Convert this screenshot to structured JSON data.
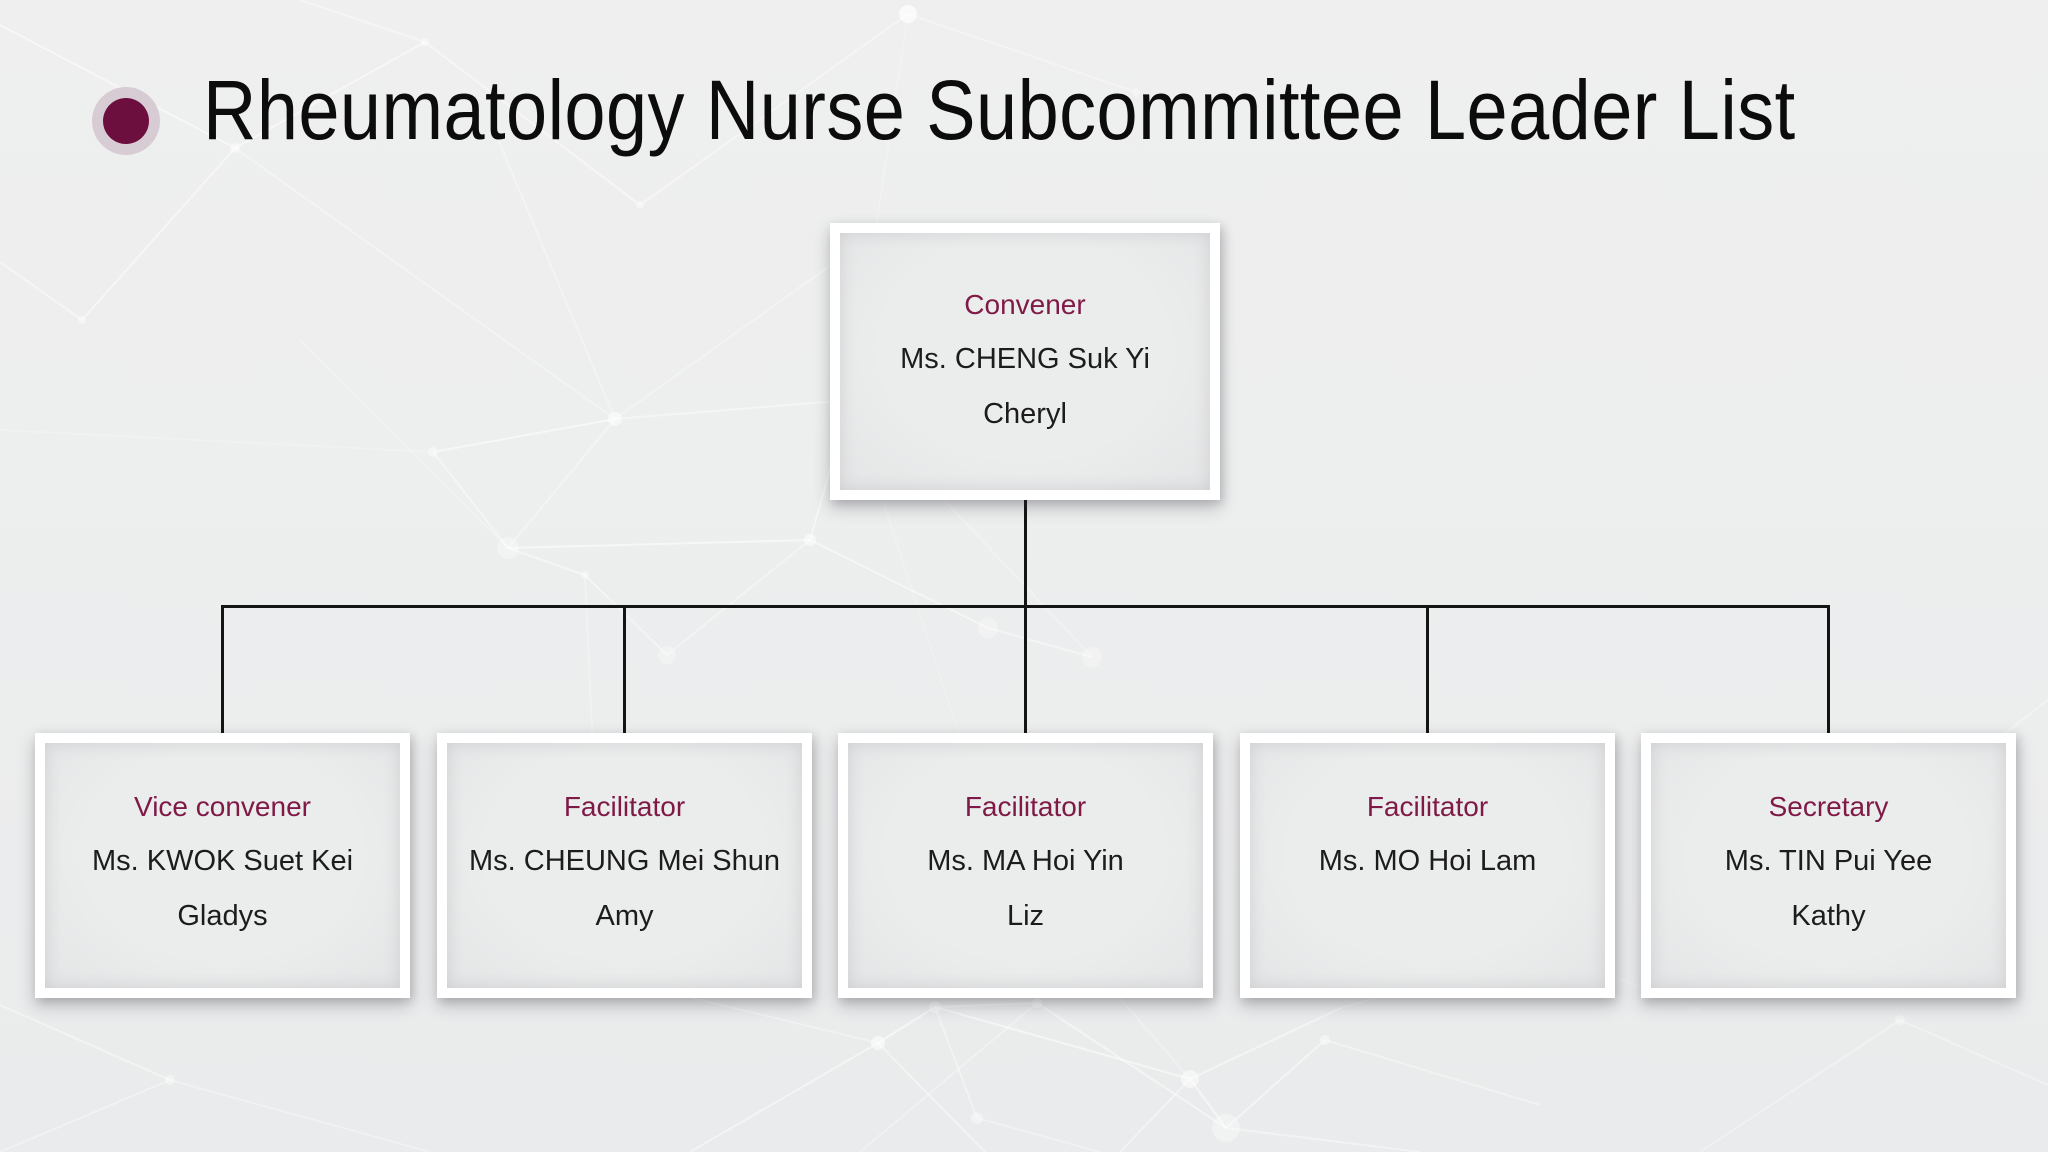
{
  "header": {
    "title": "Rheumatology Nurse Subcommittee Leader List",
    "bullet_icon": "circle-dot"
  },
  "colors": {
    "background": "#edeeee",
    "accent_maroon": "#7f1a47",
    "bullet_core": "#6c0e3e",
    "bullet_ring": "#d8ccd4",
    "connector_line": "#141414",
    "card_frame": "#ffffff",
    "card_fill": "#e9eaea",
    "name_text": "#1c1c1c",
    "title_text": "#0c0c0c"
  },
  "org_chart": {
    "root": {
      "role": "Convener",
      "name": "Ms. CHENG Suk Yi",
      "given_name": "Cheryl"
    },
    "members": [
      {
        "role": "Vice convener",
        "name": "Ms. KWOK Suet Kei",
        "given_name": "Gladys"
      },
      {
        "role": "Facilitator",
        "name": "Ms. CHEUNG Mei Shun",
        "given_name": "Amy"
      },
      {
        "role": "Facilitator",
        "name": "Ms. MA Hoi Yin",
        "given_name": "Liz"
      },
      {
        "role": "Facilitator",
        "name": "Ms. MO Hoi Lam",
        "given_name": ""
      },
      {
        "role": "Secretary",
        "name": "Ms. TIN Pui Yee",
        "given_name": "Kathy"
      }
    ]
  }
}
